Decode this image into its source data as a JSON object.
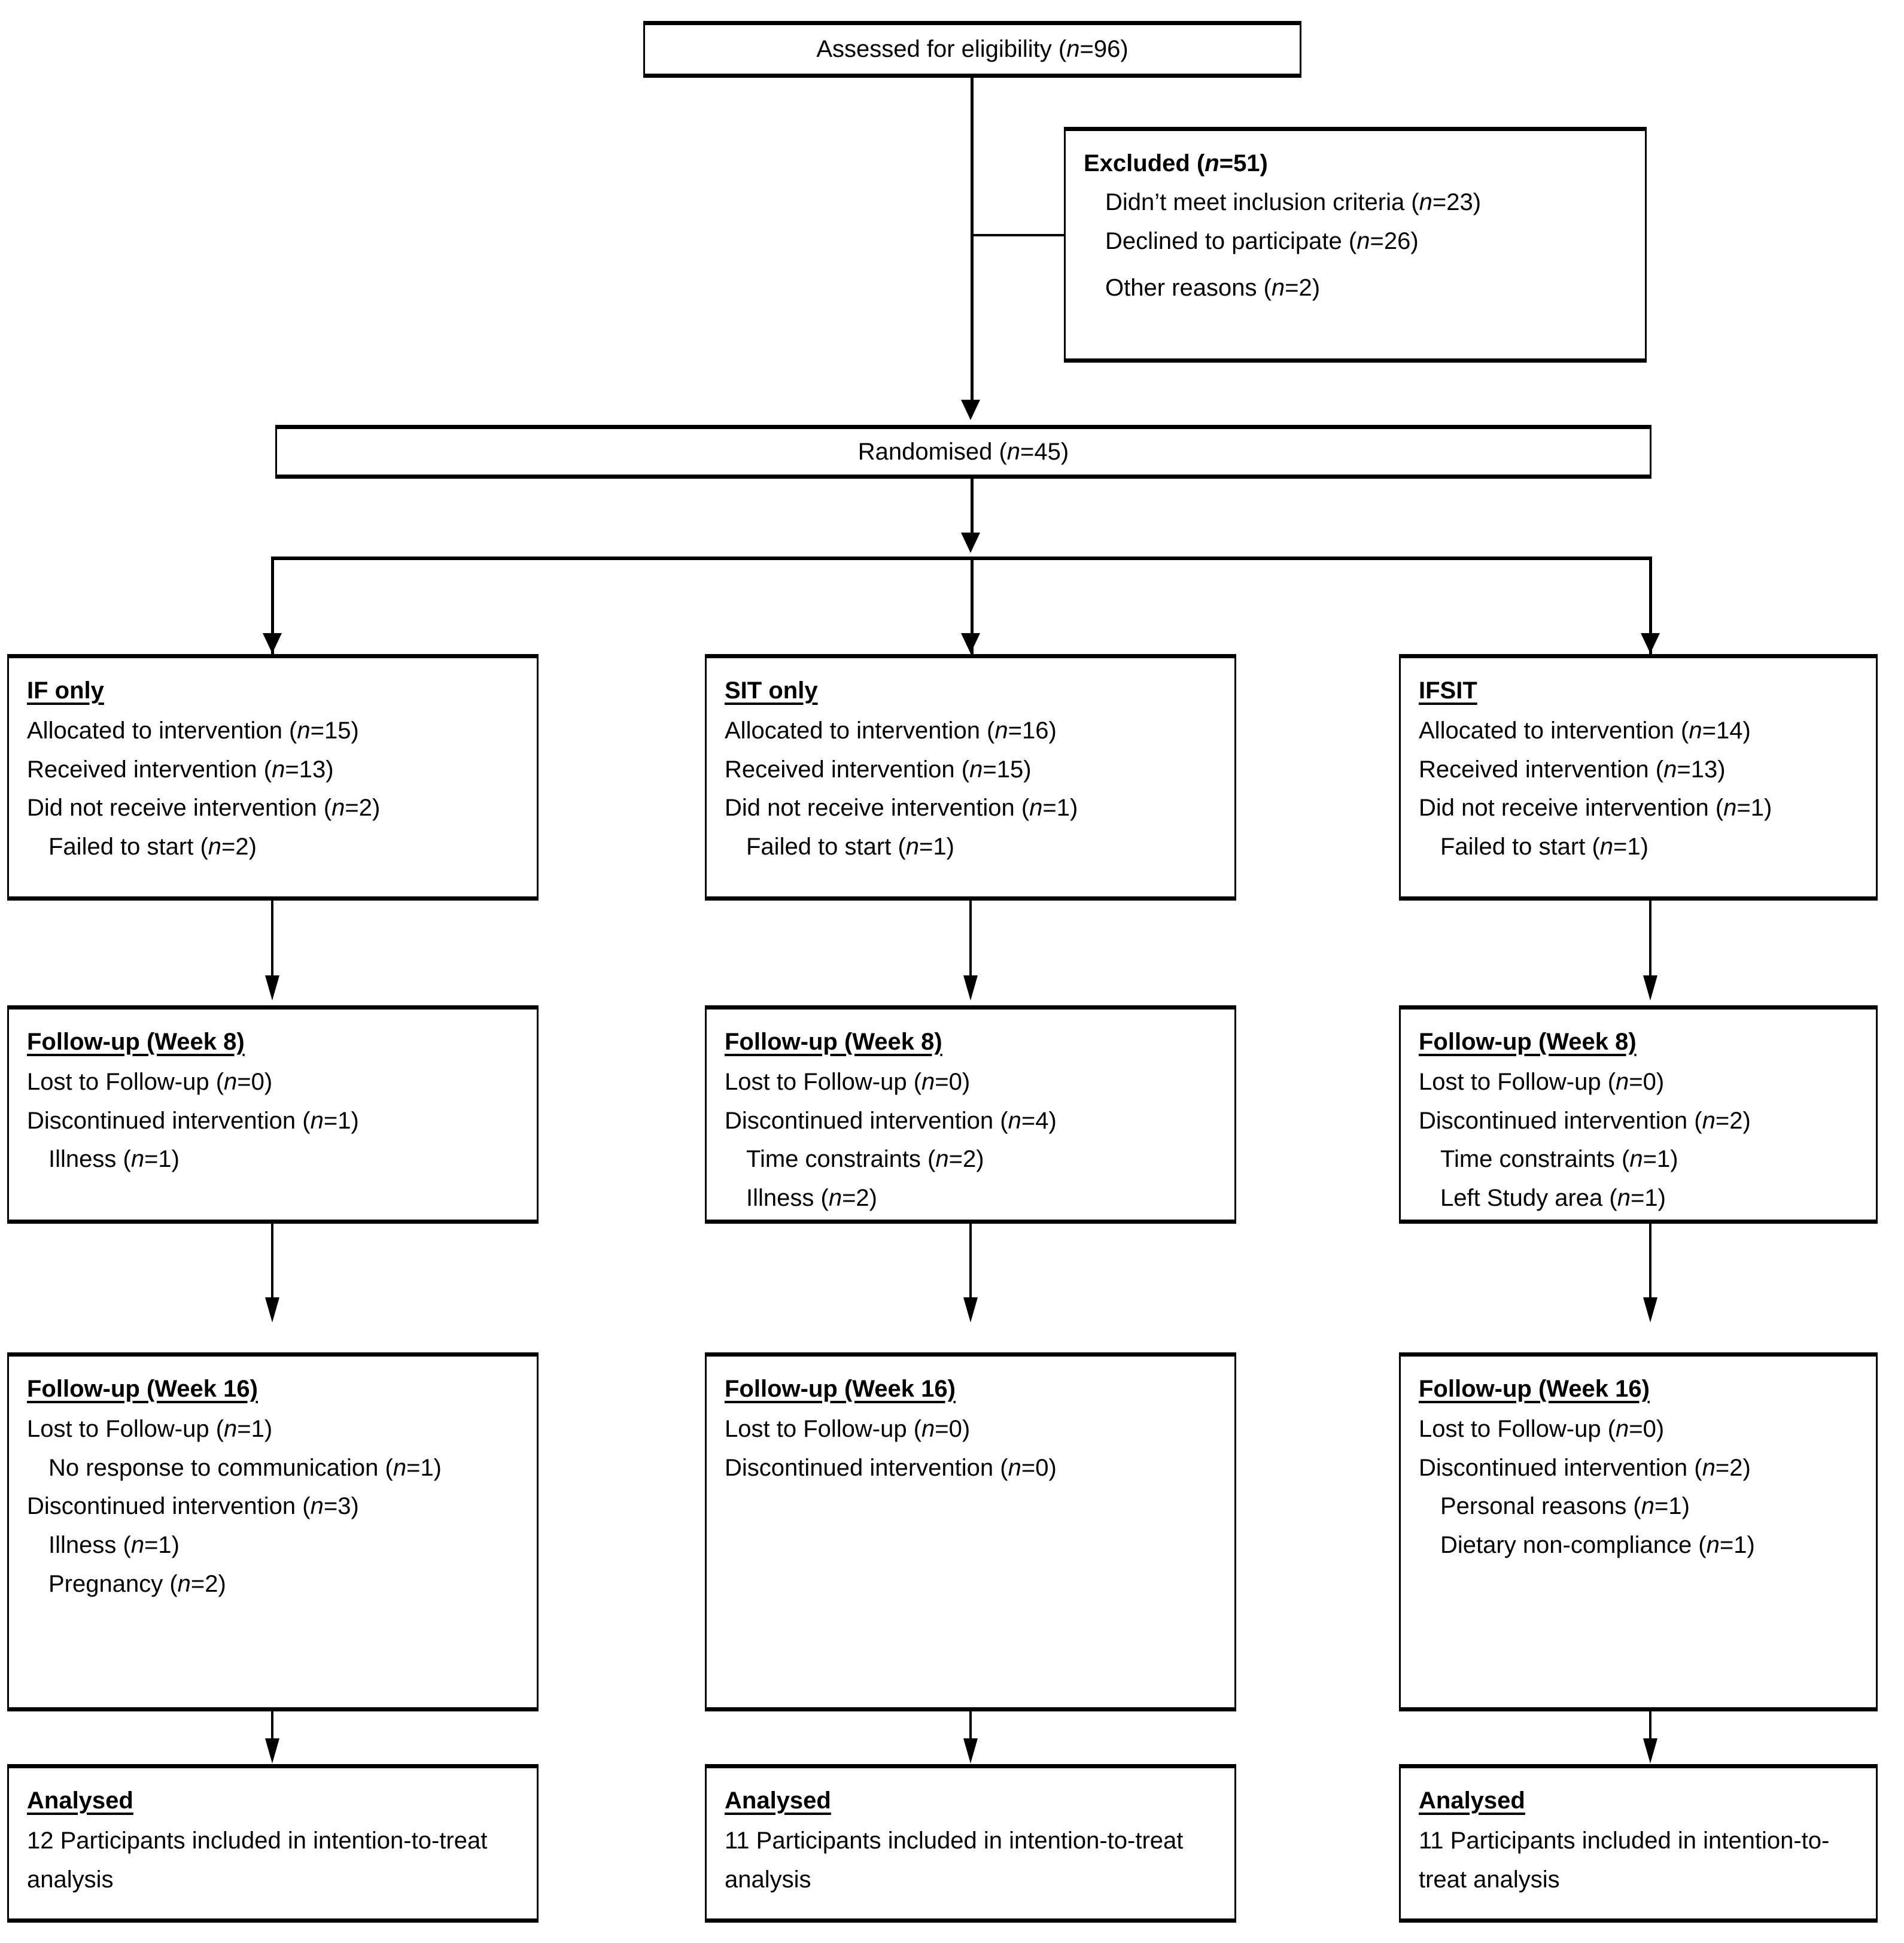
{
  "diagram": {
    "title": "CONSORT participant flow diagram",
    "type": "flowchart",
    "n_columns": 3,
    "colors": {
      "line": "#000000",
      "box_fill": "#ffffff",
      "text": "#000000"
    }
  },
  "enrollment": {
    "assessed": "Assessed for eligibility (n=96)",
    "assessed_n": 96,
    "excluded": {
      "header": "Excluded (n=51)",
      "total_n": 51,
      "reasons": [
        "Didn’t meet inclusion criteria (n=23)",
        "Declined to participate (n=26)",
        "Other reasons (n=2)"
      ]
    },
    "randomised": "Randomised (n=45)",
    "randomised_n": 45
  },
  "columns": [
    {
      "id": "if-only",
      "allocation": {
        "header": "IF only",
        "lines": [
          "Allocated to intervention (n=15)",
          "Received intervention (n=13)",
          "Did not receive intervention (n=2)"
        ],
        "sub_lines": [
          "Failed to start (n=2)"
        ]
      },
      "followup_week8": {
        "header": "Follow-up (Week 8)",
        "lines": [
          "Lost to Follow-up (n=0)",
          "Discontinued intervention (n=1)"
        ],
        "sub_lines": [
          "Illness (n=1)"
        ]
      },
      "followup_week16": {
        "header": "Follow-up (Week 16)",
        "lines": [
          "Lost to Follow-up (n=1)",
          "No response to communication (n=1)",
          "Discontinued intervention (n=3)",
          "Illness (n=1)",
          "Pregnancy (n=2)"
        ],
        "line_indent": [
          0,
          1,
          0,
          1,
          1
        ]
      },
      "analysed": {
        "header": "Analysed",
        "text": "12 Participants included in intention-to-treat analysis",
        "n": 12
      }
    },
    {
      "id": "sit-only",
      "allocation": {
        "header": "SIT only",
        "lines": [
          "Allocated to intervention (n=16)",
          "Received intervention (n=15)",
          "Did not receive intervention (n=1)"
        ],
        "sub_lines": [
          "Failed to start (n=1)"
        ]
      },
      "followup_week8": {
        "header": "Follow-up (Week 8)",
        "lines": [
          "Lost to Follow-up (n=0)",
          "Discontinued intervention (n=4)"
        ],
        "sub_lines": [
          "Time constraints (n=2)",
          "Illness (n=2)"
        ]
      },
      "followup_week16": {
        "header": "Follow-up (Week 16)",
        "lines": [
          "Lost to Follow-up (n=0)",
          "Discontinued intervention (n=0)"
        ],
        "line_indent": [
          0,
          0
        ]
      },
      "analysed": {
        "header": "Analysed",
        "text": "11 Participants included in intention-to-treat analysis",
        "n": 11
      }
    },
    {
      "id": "ifsit",
      "allocation": {
        "header": "IFSIT",
        "lines": [
          "Allocated to intervention (n=14)",
          "Received intervention (n=13)",
          "Did not receive intervention (n=1)"
        ],
        "sub_lines": [
          "Failed to start (n=1)"
        ]
      },
      "followup_week8": {
        "header": "Follow-up (Week 8)",
        "lines": [
          "Lost to Follow-up (n=0)",
          "Discontinued intervention (n=2)"
        ],
        "sub_lines": [
          "Time constraints (n=1)",
          "Left Study area (n=1)"
        ]
      },
      "followup_week16": {
        "header": "Follow-up (Week 16)",
        "lines": [
          "Lost to Follow-up (n=0)",
          "Discontinued intervention (n=2)",
          "Personal reasons (n=1)",
          "Dietary non-compliance (n=1)"
        ],
        "line_indent": [
          0,
          0,
          1,
          1
        ]
      },
      "analysed": {
        "header": "Analysed",
        "text": "11 Participants included in intention-to-treat analysis",
        "n": 11
      }
    }
  ]
}
